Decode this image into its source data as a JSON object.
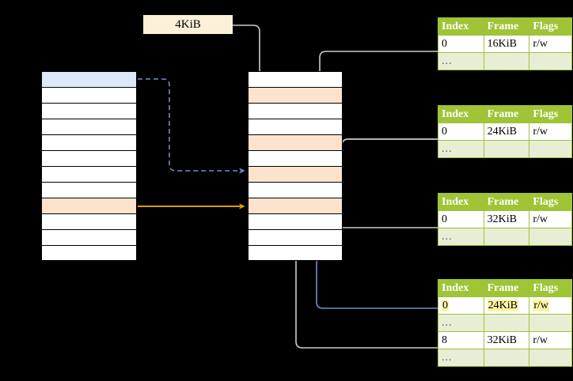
{
  "diagram": {
    "size_label": "4KiB",
    "colors": {
      "table_header_bg": "#9fc436",
      "table_border": "#9ec13c",
      "dots_bg": "#e8eed6",
      "highlight_yellow": "#fbf5a5",
      "cell_blue": "#dce9f9",
      "cell_peach": "#fde3cd",
      "arrow_orange": "#e89b00",
      "arrow_blue": "#5b84c4",
      "arrow_gray": "#c8c8c8",
      "background": "#000000"
    },
    "ellipsis": "...",
    "columns": {
      "left": {
        "rows": [
          {
            "fill": "blue"
          },
          {
            "fill": "none"
          },
          {
            "fill": "none"
          },
          {
            "fill": "none"
          },
          {
            "fill": "none"
          },
          {
            "fill": "none"
          },
          {
            "fill": "none"
          },
          {
            "fill": "none"
          },
          {
            "fill": "peach"
          },
          {
            "fill": "none"
          },
          {
            "fill": "none"
          },
          {
            "fill": "none"
          }
        ]
      },
      "middle": {
        "rows": [
          {
            "fill": "none"
          },
          {
            "fill": "peach"
          },
          {
            "fill": "none"
          },
          {
            "fill": "none"
          },
          {
            "fill": "peach"
          },
          {
            "fill": "none"
          },
          {
            "fill": "peach"
          },
          {
            "fill": "none"
          },
          {
            "fill": "peach"
          },
          {
            "fill": "none"
          },
          {
            "fill": "none"
          },
          {
            "fill": "none"
          }
        ]
      }
    },
    "tables": [
      {
        "name": "page-table-1",
        "headers": [
          "Index",
          "Frame",
          "Flags"
        ],
        "rows": [
          {
            "cells": [
              "0",
              "16KiB",
              "r/w"
            ],
            "style": "normal"
          },
          {
            "cells": [
              "...",
              "",
              ""
            ],
            "style": "dots"
          }
        ]
      },
      {
        "name": "page-table-2",
        "headers": [
          "Index",
          "Frame",
          "Flags"
        ],
        "rows": [
          {
            "cells": [
              "0",
              "24KiB",
              "r/w"
            ],
            "style": "normal"
          },
          {
            "cells": [
              "...",
              "",
              ""
            ],
            "style": "dots"
          }
        ]
      },
      {
        "name": "page-table-3",
        "headers": [
          "Index",
          "Frame",
          "Flags"
        ],
        "rows": [
          {
            "cells": [
              "0",
              "32KiB",
              "r/w"
            ],
            "style": "normal"
          },
          {
            "cells": [
              "...",
              "",
              ""
            ],
            "style": "dots"
          }
        ]
      },
      {
        "name": "page-table-4",
        "headers": [
          "Index",
          "Frame",
          "Flags"
        ],
        "rows": [
          {
            "cells": [
              "0",
              "24KiB",
              "r/w"
            ],
            "style": "highlight"
          },
          {
            "cells": [
              "...",
              "",
              ""
            ],
            "style": "dots"
          },
          {
            "cells": [
              "8",
              "32KiB",
              "r/w"
            ],
            "style": "normal"
          },
          {
            "cells": [
              "...",
              "",
              ""
            ],
            "style": "dots"
          }
        ]
      }
    ]
  }
}
